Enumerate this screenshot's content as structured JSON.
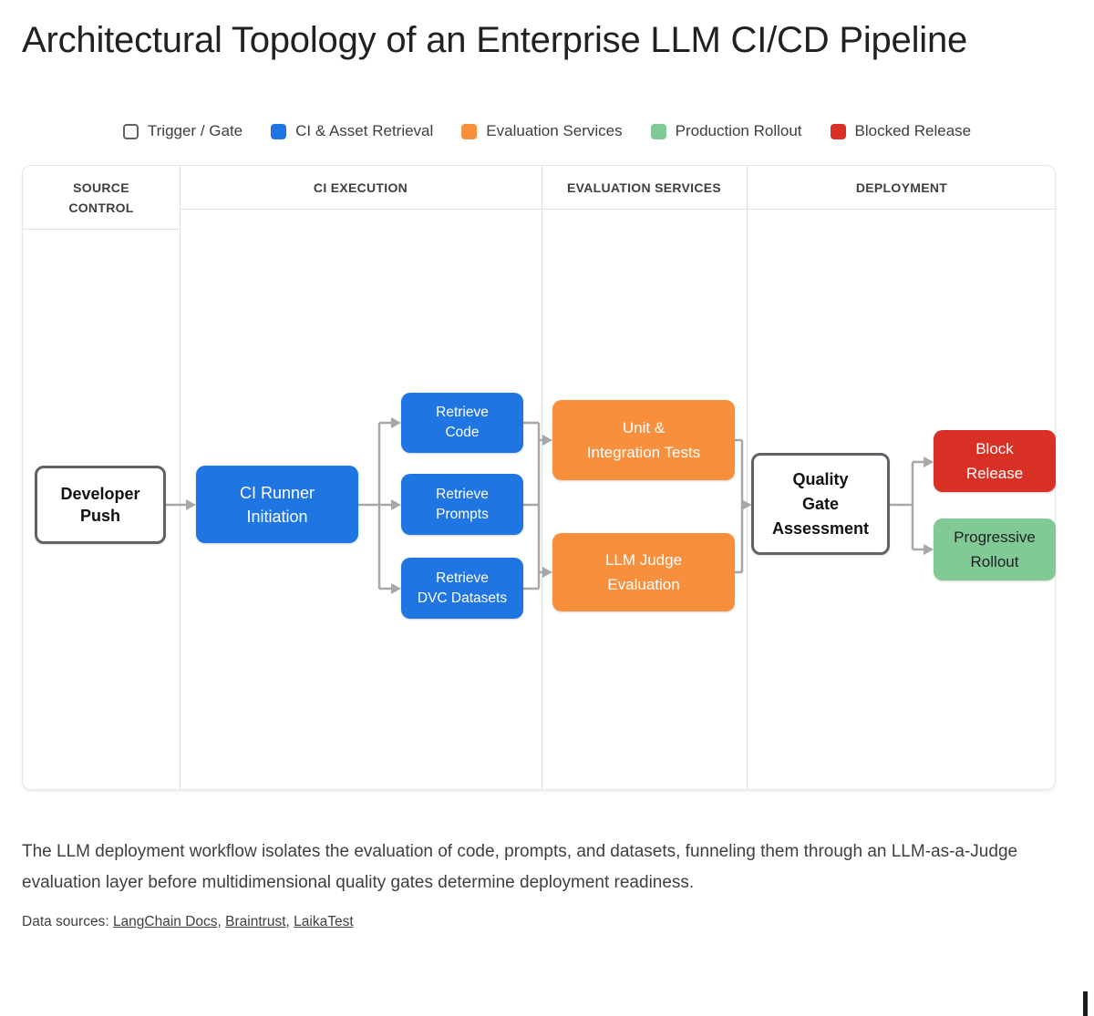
{
  "title": "Architectural Topology of an Enterprise LLM CI/CD Pipeline",
  "legend": {
    "items": [
      {
        "label": "Trigger / Gate",
        "color": "#ffffff",
        "border": "#5f6368",
        "style": "outline"
      },
      {
        "label": "CI & Asset Retrieval",
        "color": "#1f76e2",
        "style": "solid"
      },
      {
        "label": "Evaluation Services",
        "color": "#f78f3d",
        "style": "solid"
      },
      {
        "label": "Production Rollout",
        "color": "#81c995",
        "style": "solid"
      },
      {
        "label": "Blocked Release",
        "color": "#d93025",
        "style": "solid"
      }
    ]
  },
  "diagram": {
    "lanes": [
      {
        "label": "SOURCE\nCONTROL"
      },
      {
        "label": "CI EXECUTION"
      },
      {
        "label": "EVALUATION SERVICES"
      },
      {
        "label": "DEPLOYMENT"
      }
    ],
    "nodes": {
      "developer_push": {
        "label": "Developer\nPush",
        "fill": "#ffffff",
        "text": "#111111",
        "border": "#5f6368",
        "lane": "SOURCE CONTROL"
      },
      "ci_runner": {
        "label": "CI Runner\nInitiation",
        "fill": "#1f76e2",
        "text": "#ffffff",
        "lane": "CI EXECUTION"
      },
      "retrieve_code": {
        "label": "Retrieve\nCode",
        "fill": "#1f76e2",
        "text": "#ffffff",
        "lane": "CI EXECUTION"
      },
      "retrieve_prompts": {
        "label": "Retrieve\nPrompts",
        "fill": "#1f76e2",
        "text": "#ffffff",
        "lane": "CI EXECUTION"
      },
      "retrieve_dvc": {
        "label": "Retrieve\nDVC Datasets",
        "fill": "#1f76e2",
        "text": "#ffffff",
        "lane": "CI EXECUTION"
      },
      "unit_tests": {
        "label": "Unit &\nIntegration Tests",
        "fill": "#f78f3d",
        "text": "#ffffff",
        "lane": "EVALUATION SERVICES"
      },
      "llm_judge": {
        "label": "LLM Judge\nEvaluation",
        "fill": "#f78f3d",
        "text": "#ffffff",
        "lane": "EVALUATION SERVICES"
      },
      "quality_gate": {
        "label": "Quality\nGate\nAssessment",
        "fill": "#ffffff",
        "text": "#111111",
        "border": "#5f6368",
        "lane": "DEPLOYMENT"
      },
      "block_release": {
        "label": "Block\nRelease",
        "fill": "#d93025",
        "text": "#ffffff",
        "lane": "DEPLOYMENT"
      },
      "progressive_rollout": {
        "label": "Progressive\nRollout",
        "fill": "#81c995",
        "text": "#202124",
        "lane": "DEPLOYMENT"
      }
    },
    "edges": [
      {
        "from": "developer_push",
        "to": "ci_runner"
      },
      {
        "from": "ci_runner",
        "to": "retrieve_code"
      },
      {
        "from": "ci_runner",
        "to": "retrieve_prompts"
      },
      {
        "from": "ci_runner",
        "to": "retrieve_dvc"
      },
      {
        "from": [
          "retrieve_code",
          "retrieve_prompts",
          "retrieve_dvc"
        ],
        "to": [
          "unit_tests",
          "llm_judge"
        ],
        "type": "bus"
      },
      {
        "from": [
          "unit_tests",
          "llm_judge"
        ],
        "to": "quality_gate",
        "type": "bus"
      },
      {
        "from": "quality_gate",
        "to": "block_release"
      },
      {
        "from": "quality_gate",
        "to": "progressive_rollout"
      }
    ],
    "arrow_color": "#a8a8a8"
  },
  "caption": "The LLM deployment workflow isolates the evaluation of code, prompts, and datasets, funneling them through an LLM-as-a-Judge evaluation layer before multidimensional quality gates determine deployment readiness.",
  "sources": {
    "prefix": "Data sources: ",
    "links": [
      {
        "label": "LangChain Docs",
        "suffix": ", "
      },
      {
        "label": "Braintrust",
        "suffix": ", "
      },
      {
        "label": "LaikaTest",
        "suffix": ""
      }
    ]
  }
}
